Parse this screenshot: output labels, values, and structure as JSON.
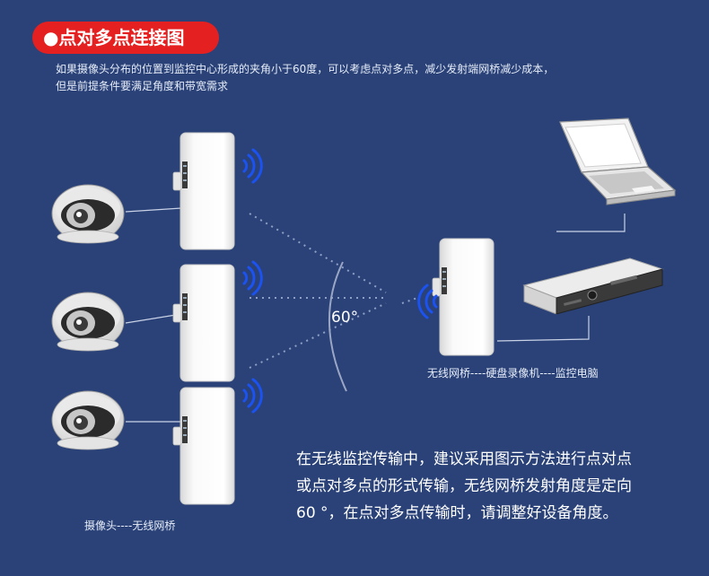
{
  "header": {
    "title": "●点对多点连接图",
    "intro_lines": [
      "如果摄像头分布的位置到监控中心形成的夹角小于60度，可以考虑点对多点，减少发射端网桥减少成本，",
      "但是前提条件要满足角度和带宽需求"
    ]
  },
  "diagram": {
    "angle_label": "60°",
    "left_caption": "摄像头----无线网桥",
    "right_caption": "无线网桥----硬盘录像机----监控电脑",
    "colors": {
      "background": "#2a4278",
      "title_pill": "#e52020",
      "signal_waves": "#1b52f0",
      "bridge_body": "#f4f4f4",
      "link_lines": "#c9d2e6"
    },
    "icons": [
      "dome-camera-icon",
      "wireless-bridge-icon",
      "signal-wave-icon",
      "nvr-recorder-icon",
      "laptop-icon"
    ]
  },
  "description": {
    "lines": [
      "在无线监控传输中，建议采用图示方法进行点对点",
      "或点对多点的形式传输，无线网桥发射角度是定向",
      "60 °，在点对多点传输时，请调整好设备角度。"
    ]
  }
}
